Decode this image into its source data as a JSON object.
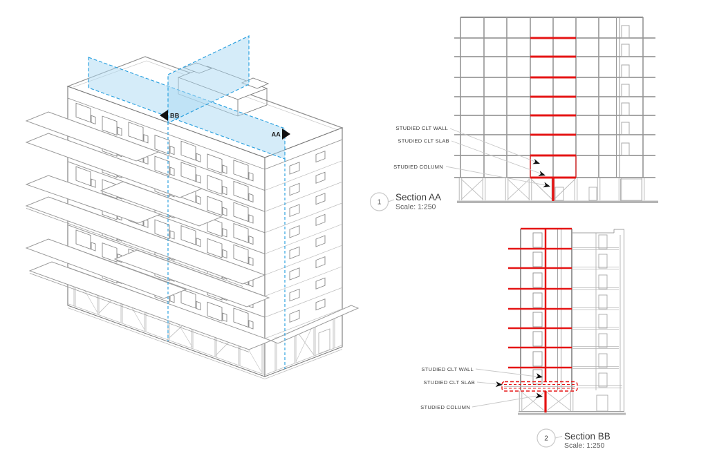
{
  "axon": {
    "marker_bb": "BB",
    "marker_aa": "AA"
  },
  "section_aa": {
    "number": "1",
    "title": "Section AA",
    "scale_label": "Scale: 1:250",
    "callouts": {
      "wall": "STUDIED CLT WALL",
      "slab": "STUDIED CLT SLAB",
      "column": "STUDIED COLUMN"
    }
  },
  "section_bb": {
    "number": "2",
    "title": "Section BB",
    "scale_label": "Scale: 1:250",
    "callouts": {
      "wall": "STUDIED CLT WALL",
      "slab": "STUDIED CLT SLAB",
      "column": "STUDIED COLUMN"
    }
  },
  "colors": {
    "highlight_red": "#e51414",
    "cut_plane_fill": "#abd9f3",
    "cut_plane_edge": "#2ea2e0",
    "marker_black": "#111111",
    "wireframe_gray": "#9a9a9a"
  }
}
